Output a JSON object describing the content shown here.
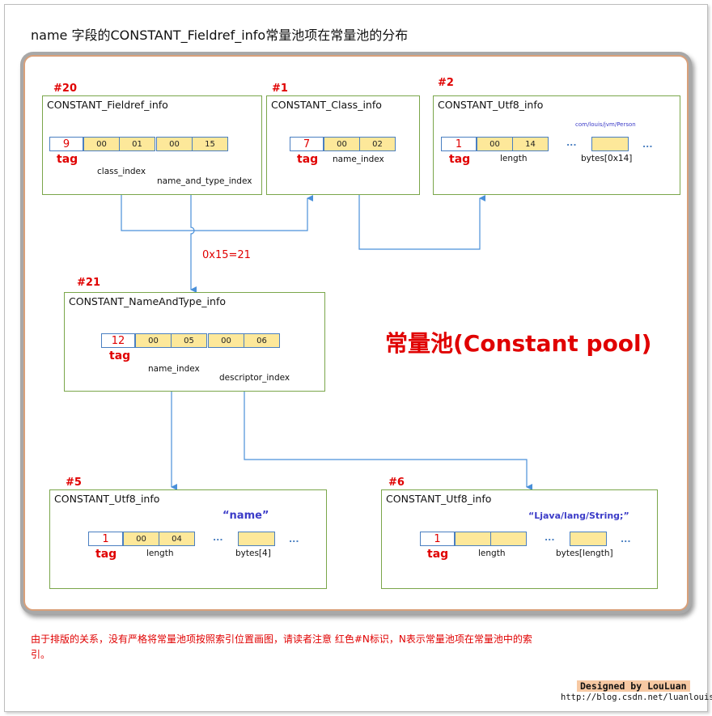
{
  "title": "name 字段的CONSTANT_Fieldref_info常量池项在常量池的分布",
  "pool_label": "常量池(Constant pool)",
  "hex_annotation": "0x15=21",
  "note": "由于排版的关系，没有严格将常量池项按照索引位置画图，请读者注意 红色#N标识，N表示常量池项在常量池中的索引。",
  "designed_by": "Designed by LouLuan",
  "url": "http://blog.csdn.net/luanlouis",
  "tag_label": "tag",
  "dots": "...",
  "boxes": {
    "fieldref": {
      "index": "#20",
      "title": "CONSTANT_Fieldref_info",
      "tag_value": "9",
      "bytes": [
        "00",
        "01",
        "00",
        "15"
      ],
      "field1": "class_index",
      "field2": "name_and_type_index"
    },
    "class": {
      "index": "#1",
      "title": "CONSTANT_Class_info",
      "tag_value": "7",
      "bytes": [
        "00",
        "02"
      ],
      "field1": "name_index"
    },
    "utf8_2": {
      "index": "#2",
      "title": "CONSTANT_Utf8_info",
      "tag_value": "1",
      "bytes": [
        "00",
        "14"
      ],
      "field1": "length",
      "field2": "bytes[0x14]",
      "string": "com/louis/jvm/Person"
    },
    "nat": {
      "index": "#21",
      "title": "CONSTANT_NameAndType_info",
      "tag_value": "12",
      "bytes": [
        "00",
        "05",
        "00",
        "06"
      ],
      "field1": "name_index",
      "field2": "descriptor_index"
    },
    "utf8_5": {
      "index": "#5",
      "title": "CONSTANT_Utf8_info",
      "tag_value": "1",
      "bytes": [
        "00",
        "04"
      ],
      "field1": "length",
      "field2": "bytes[4]",
      "string": "“name”"
    },
    "utf8_6": {
      "index": "#6",
      "title": "CONSTANT_Utf8_info",
      "tag_value": "1",
      "bytes": [
        "",
        ""
      ],
      "field1": "length",
      "field2": "bytes[length]",
      "string": "“Ljava/lang/String;”"
    }
  },
  "colors": {
    "accent_red": "#e00000",
    "box_border": "#7aa64a",
    "byte_fill": "#fde89a",
    "wire": "#4a90d9",
    "string_blue": "#3c3cc8"
  }
}
